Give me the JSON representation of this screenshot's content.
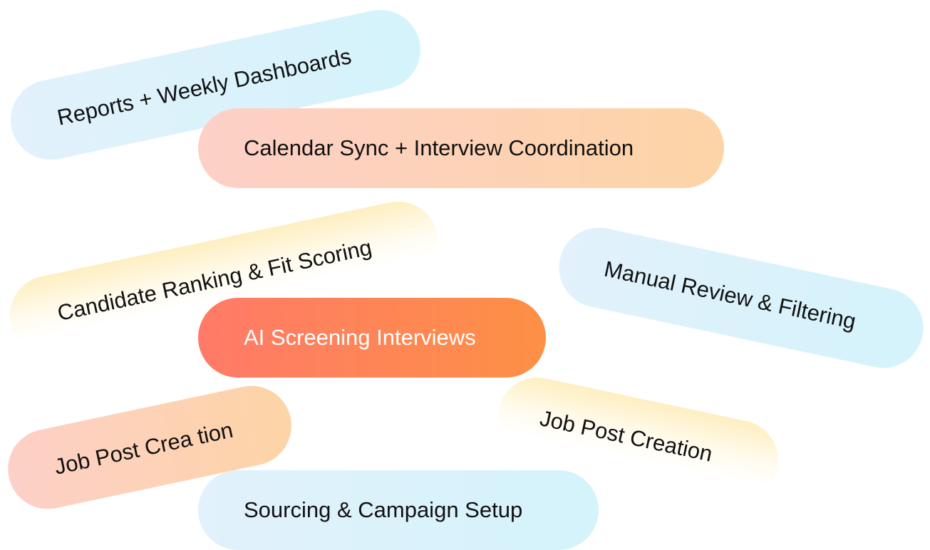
{
  "pills": {
    "reports": "Reports + Weekly Dashboards",
    "calendar": "Calendar Sync + Interview Coordination",
    "ranking": "Candidate Ranking & Fit Scoring",
    "manual_review": "Manual Review & Filtering",
    "ai_screening": "AI Screening Interviews",
    "job_post_left": "Job Post Crea tion",
    "job_post_right": "Job Post Creation",
    "sourcing": "Sourcing & Campaign Setup"
  },
  "colors": {
    "blue_start": "#e2f1fb",
    "blue_end": "#d4f3fb",
    "peach_start": "#fdd0c8",
    "peach_end": "#fdd4a6",
    "yellow": "#feeebe",
    "orange_start": "#ff7a68",
    "orange_end": "#fd9046",
    "text_dark": "#111111",
    "text_light": "#ffffff"
  }
}
